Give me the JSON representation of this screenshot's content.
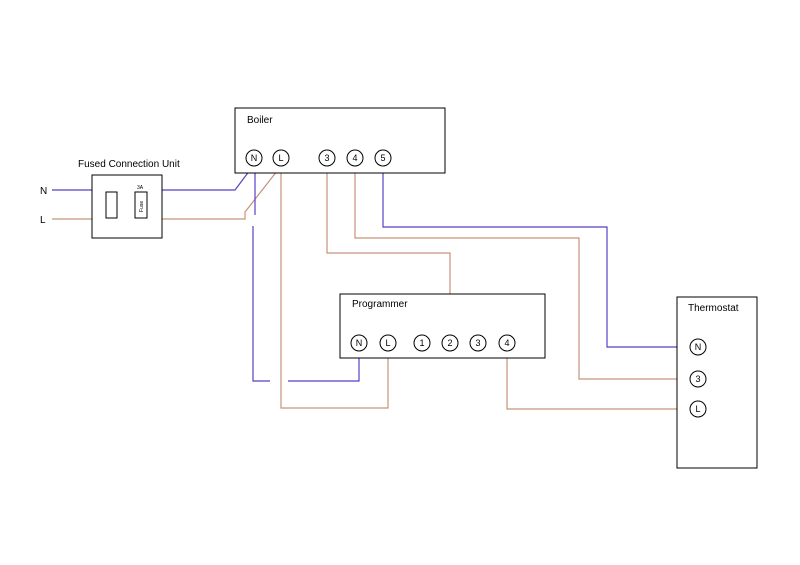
{
  "colors": {
    "neutral": "#5b3fc4",
    "live": "#c8937a",
    "outline": "#000000"
  },
  "supply": {
    "n_label": "N",
    "l_label": "L"
  },
  "fcu": {
    "title": "Fused Connection Unit",
    "fuse_rating": "3A",
    "fuse_text": "Fuse"
  },
  "boiler": {
    "title": "Boiler",
    "terminals": [
      "N",
      "L",
      "3",
      "4",
      "5"
    ]
  },
  "programmer": {
    "title": "Programmer",
    "terminals": [
      "N",
      "L",
      "1",
      "2",
      "3",
      "4"
    ]
  },
  "thermostat": {
    "title": "Thermostat",
    "terminals": [
      "N",
      "3",
      "L"
    ]
  }
}
